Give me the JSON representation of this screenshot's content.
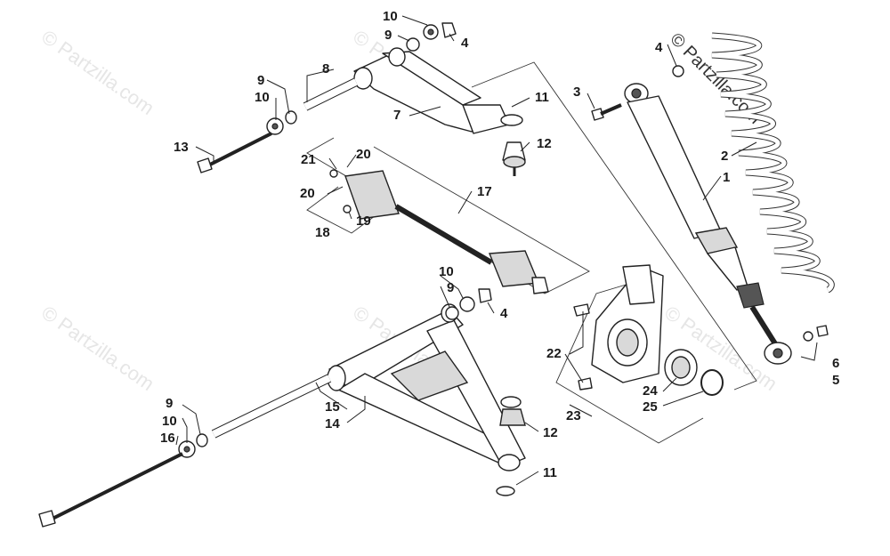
{
  "watermarks": {
    "brand": "© Partzilla.com",
    "top_brand": "© Partzilla.com"
  },
  "callouts": [
    {
      "id": "c1",
      "label": "1"
    },
    {
      "id": "c2",
      "label": "2"
    },
    {
      "id": "c3",
      "label": "3"
    },
    {
      "id": "c4a",
      "label": "4"
    },
    {
      "id": "c4b",
      "label": "4"
    },
    {
      "id": "c4c",
      "label": "4"
    },
    {
      "id": "c5",
      "label": "5"
    },
    {
      "id": "c6",
      "label": "6"
    },
    {
      "id": "c7",
      "label": "7"
    },
    {
      "id": "c8",
      "label": "8"
    },
    {
      "id": "c9a",
      "label": "9"
    },
    {
      "id": "c9b",
      "label": "9"
    },
    {
      "id": "c9c",
      "label": "9"
    },
    {
      "id": "c9d",
      "label": "9"
    },
    {
      "id": "c10a",
      "label": "10"
    },
    {
      "id": "c10b",
      "label": "10"
    },
    {
      "id": "c10c",
      "label": "10"
    },
    {
      "id": "c10d",
      "label": "10"
    },
    {
      "id": "c11a",
      "label": "11"
    },
    {
      "id": "c11b",
      "label": "11"
    },
    {
      "id": "c12a",
      "label": "12"
    },
    {
      "id": "c12b",
      "label": "12"
    },
    {
      "id": "c13",
      "label": "13"
    },
    {
      "id": "c14",
      "label": "14"
    },
    {
      "id": "c15",
      "label": "15"
    },
    {
      "id": "c16",
      "label": "16"
    },
    {
      "id": "c17",
      "label": "17"
    },
    {
      "id": "c18",
      "label": "18"
    },
    {
      "id": "c19",
      "label": "19"
    },
    {
      "id": "c20a",
      "label": "20"
    },
    {
      "id": "c20b",
      "label": "20"
    },
    {
      "id": "c21",
      "label": "21"
    },
    {
      "id": "c22",
      "label": "22"
    },
    {
      "id": "c23",
      "label": "23"
    },
    {
      "id": "c24",
      "label": "24"
    },
    {
      "id": "c25",
      "label": "25"
    }
  ],
  "colors": {
    "line": "#222222",
    "watermark": "#e6e6e6",
    "background": "#ffffff"
  }
}
